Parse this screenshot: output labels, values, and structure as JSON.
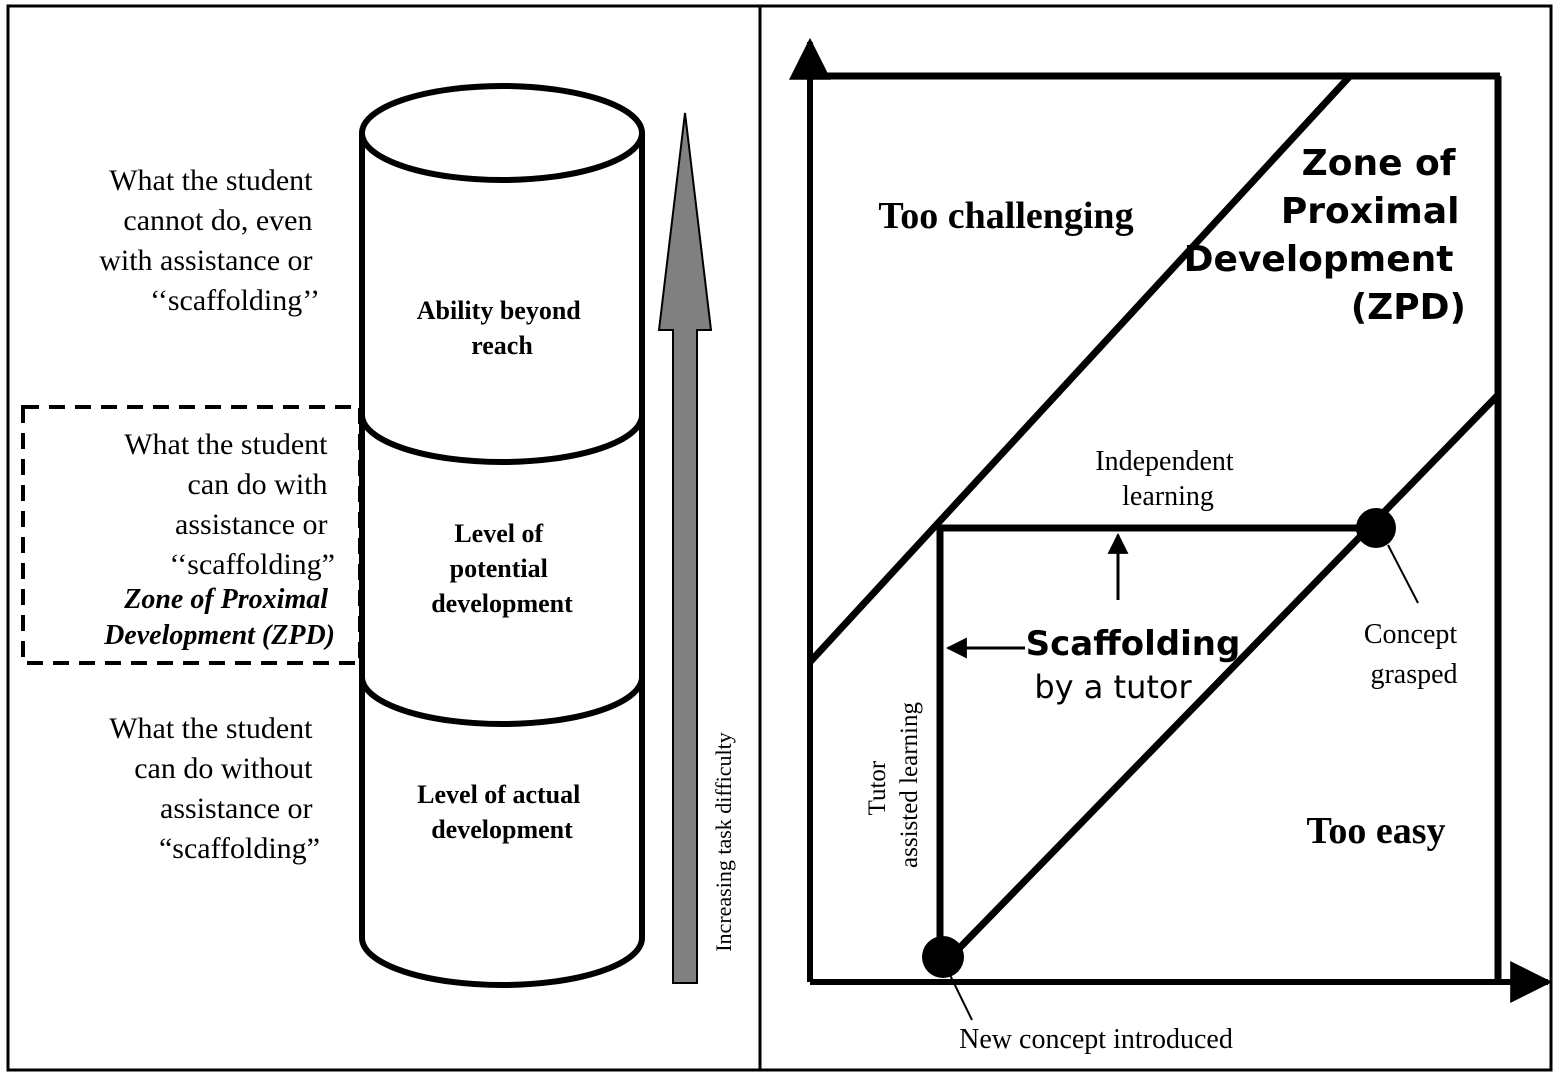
{
  "left_panel": {
    "descriptions": {
      "top": [
        "What the student",
        "cannot do, even",
        "with assistance or",
        "‘‘scaffolding’’"
      ],
      "middle": [
        "What the student",
        "can do with",
        "assistance or",
        "‘‘scaffolding”"
      ],
      "middle_italic": [
        "Zone of Proximal",
        "Development (ZPD)"
      ],
      "bottom": [
        "What the student",
        "can do without",
        "assistance or",
        "“scaffolding”"
      ]
    },
    "cylinder_labels": {
      "top": [
        "Ability beyond",
        "reach"
      ],
      "middle": [
        "Level of",
        "potential",
        "development"
      ],
      "bottom": [
        "Level of actual",
        "development"
      ]
    },
    "arrow_label": "Increasing task difficulty",
    "colors": {
      "arrow_fill": "#808080",
      "stroke": "#000000"
    }
  },
  "right_panel": {
    "region_labels": {
      "too_challenging": "Too challenging",
      "zpd": [
        "Zone of",
        "Proximal",
        "Development",
        "(ZPD)"
      ],
      "too_easy": "Too easy"
    },
    "path_labels": {
      "independent": [
        "Independent",
        "learning"
      ],
      "scaffolding_bold": "Scaffolding",
      "scaffolding_rest": "by a tutor",
      "tutor_assisted": [
        "Tutor",
        "assisted learning"
      ]
    },
    "point_labels": {
      "concept_grasped": [
        "Concept",
        "grasped"
      ],
      "new_concept": "New concept introduced"
    }
  }
}
